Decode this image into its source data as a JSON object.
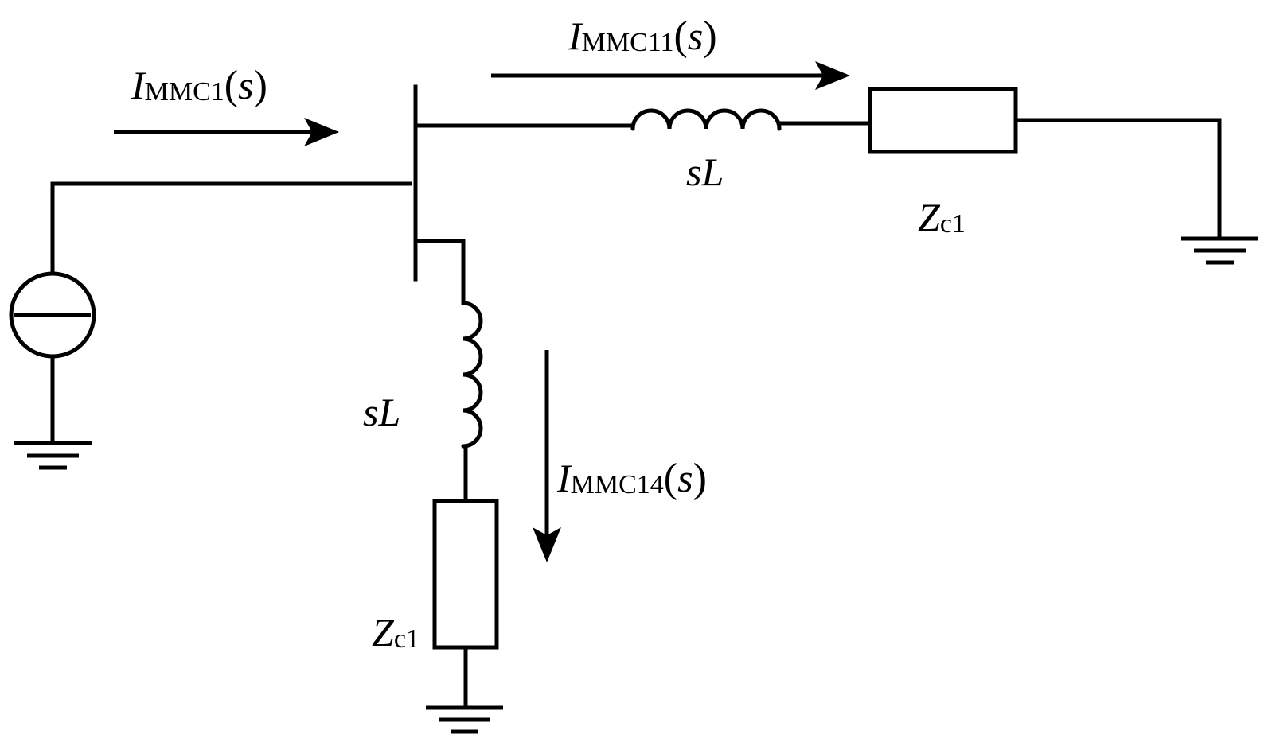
{
  "labels": {
    "i_mmc1": {
      "symbol": "I",
      "subscript": "MMC1",
      "open": "(",
      "var": "s",
      "close": ")"
    },
    "i_mmc11": {
      "symbol": "I",
      "subscript": "MMC11",
      "open": "(",
      "var": "s",
      "close": ")"
    },
    "i_mmc14": {
      "symbol": "I",
      "subscript": "MMC14",
      "open": "(",
      "var": "s",
      "close": ")"
    },
    "inductor_h": "sL",
    "inductor_v": "sL",
    "zc1_h": {
      "symbol": "Z",
      "subscript": "c1"
    },
    "zc1_v": {
      "symbol": "Z",
      "subscript": "c1"
    }
  }
}
